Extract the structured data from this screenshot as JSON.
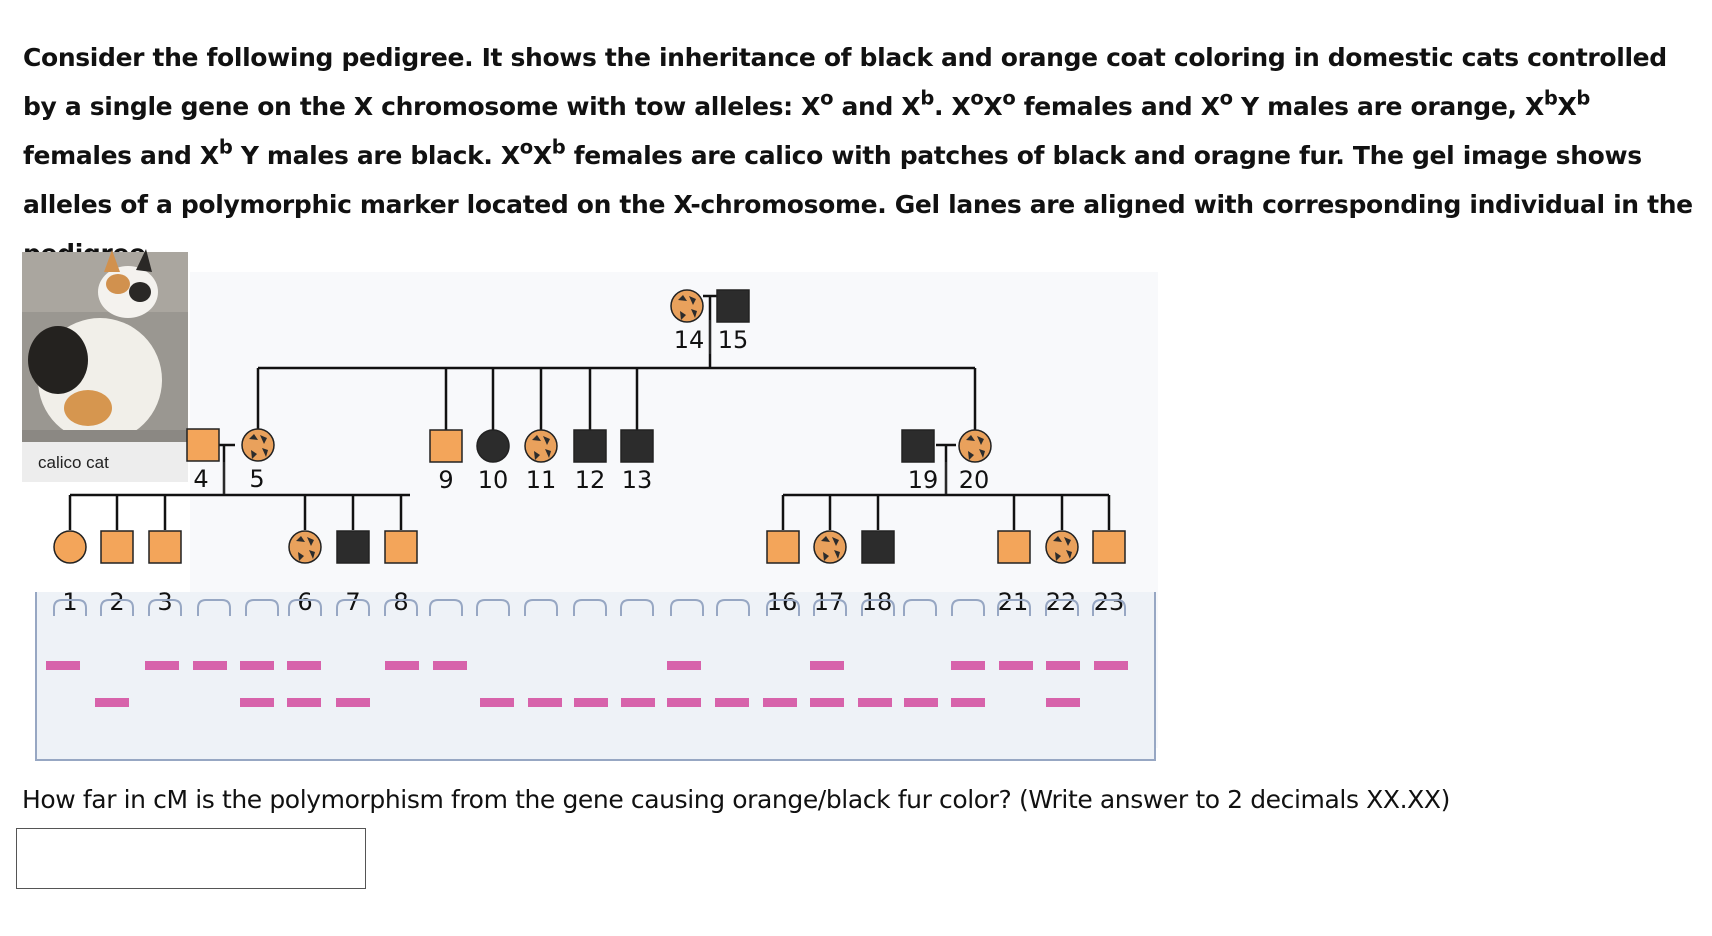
{
  "intro": {
    "seg": [
      "Consider the following pedigree. It shows the inheritance of black and orange coat coloring in domestic cats controlled by a single gene on the X chromosome with tow alleles: X",
      "o",
      " and X",
      "b",
      ". X",
      "o",
      "X",
      "o",
      " females and X",
      "o",
      " Y males are orange, X",
      "b",
      "X",
      "b",
      " females and X",
      "b",
      " Y males are black. X",
      "o",
      "X",
      "b",
      " females are calico with patches of black and oragne fur. The gel image shows alleles of a polymorphic marker located on the X-chromosome. Gel lanes are aligned with corresponding individual in the pedigree."
    ]
  },
  "figure": {
    "photo_caption": "calico cat",
    "labels": [
      "1",
      "2",
      "3",
      "4",
      "5",
      "6",
      "7",
      "8",
      "9",
      "10",
      "11",
      "12",
      "13",
      "14",
      "15",
      "16",
      "17",
      "18",
      "19",
      "20",
      "21",
      "22",
      "23"
    ],
    "colors": {
      "orange": "#f3a55a",
      "black": "#2c2c2c",
      "calico_fill": "#e9a15c",
      "gel": "#eef2f7",
      "band": "#d24a9e"
    }
  },
  "question": {
    "text": "How far in cM is the polymorphism from the gene causing orange/black fur color? (Write answer to 2 decimals XX.XX)",
    "answer_value": ""
  }
}
